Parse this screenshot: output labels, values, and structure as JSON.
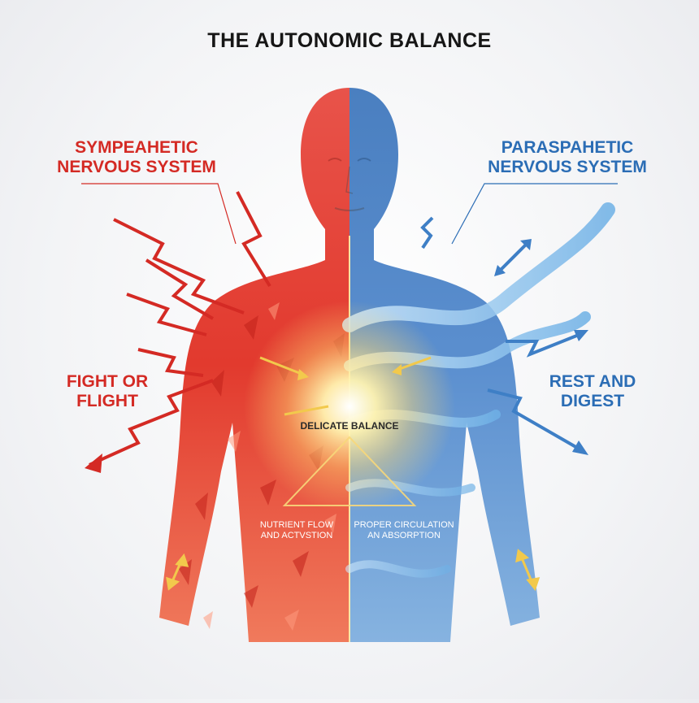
{
  "title": "THE AUTONOMIC BALANCE",
  "left": {
    "system_label_line1": "SYMPEAHETIC",
    "system_label_line2": "NERVOUS SYSTEM",
    "response_line1": "FIGHT OR",
    "response_line2": "FLIGHT",
    "inner_line1": "NUTRIENT FLOW",
    "inner_line2": "AND ACTVSTION"
  },
  "right": {
    "system_label_line1": "PARASPAHETIC",
    "system_label_line2": "NERVOUS SYSTEM",
    "response_line1": "REST AND",
    "response_line2": "DIGEST",
    "inner_line1": "PROPER CIRCULATION",
    "inner_line2": "AN ABSORPTION"
  },
  "center": {
    "label": "DELICATE BALANCE"
  },
  "colors": {
    "sympathetic": "#d42a24",
    "parasympathetic": "#2b6db5",
    "balance_glow": "#fff6c8",
    "arrow_gold": "#f2c94c"
  },
  "icons": {
    "lightning": "lightning-bolt-icon",
    "wave": "water-wave-icon",
    "arrow": "double-arrow-icon"
  }
}
